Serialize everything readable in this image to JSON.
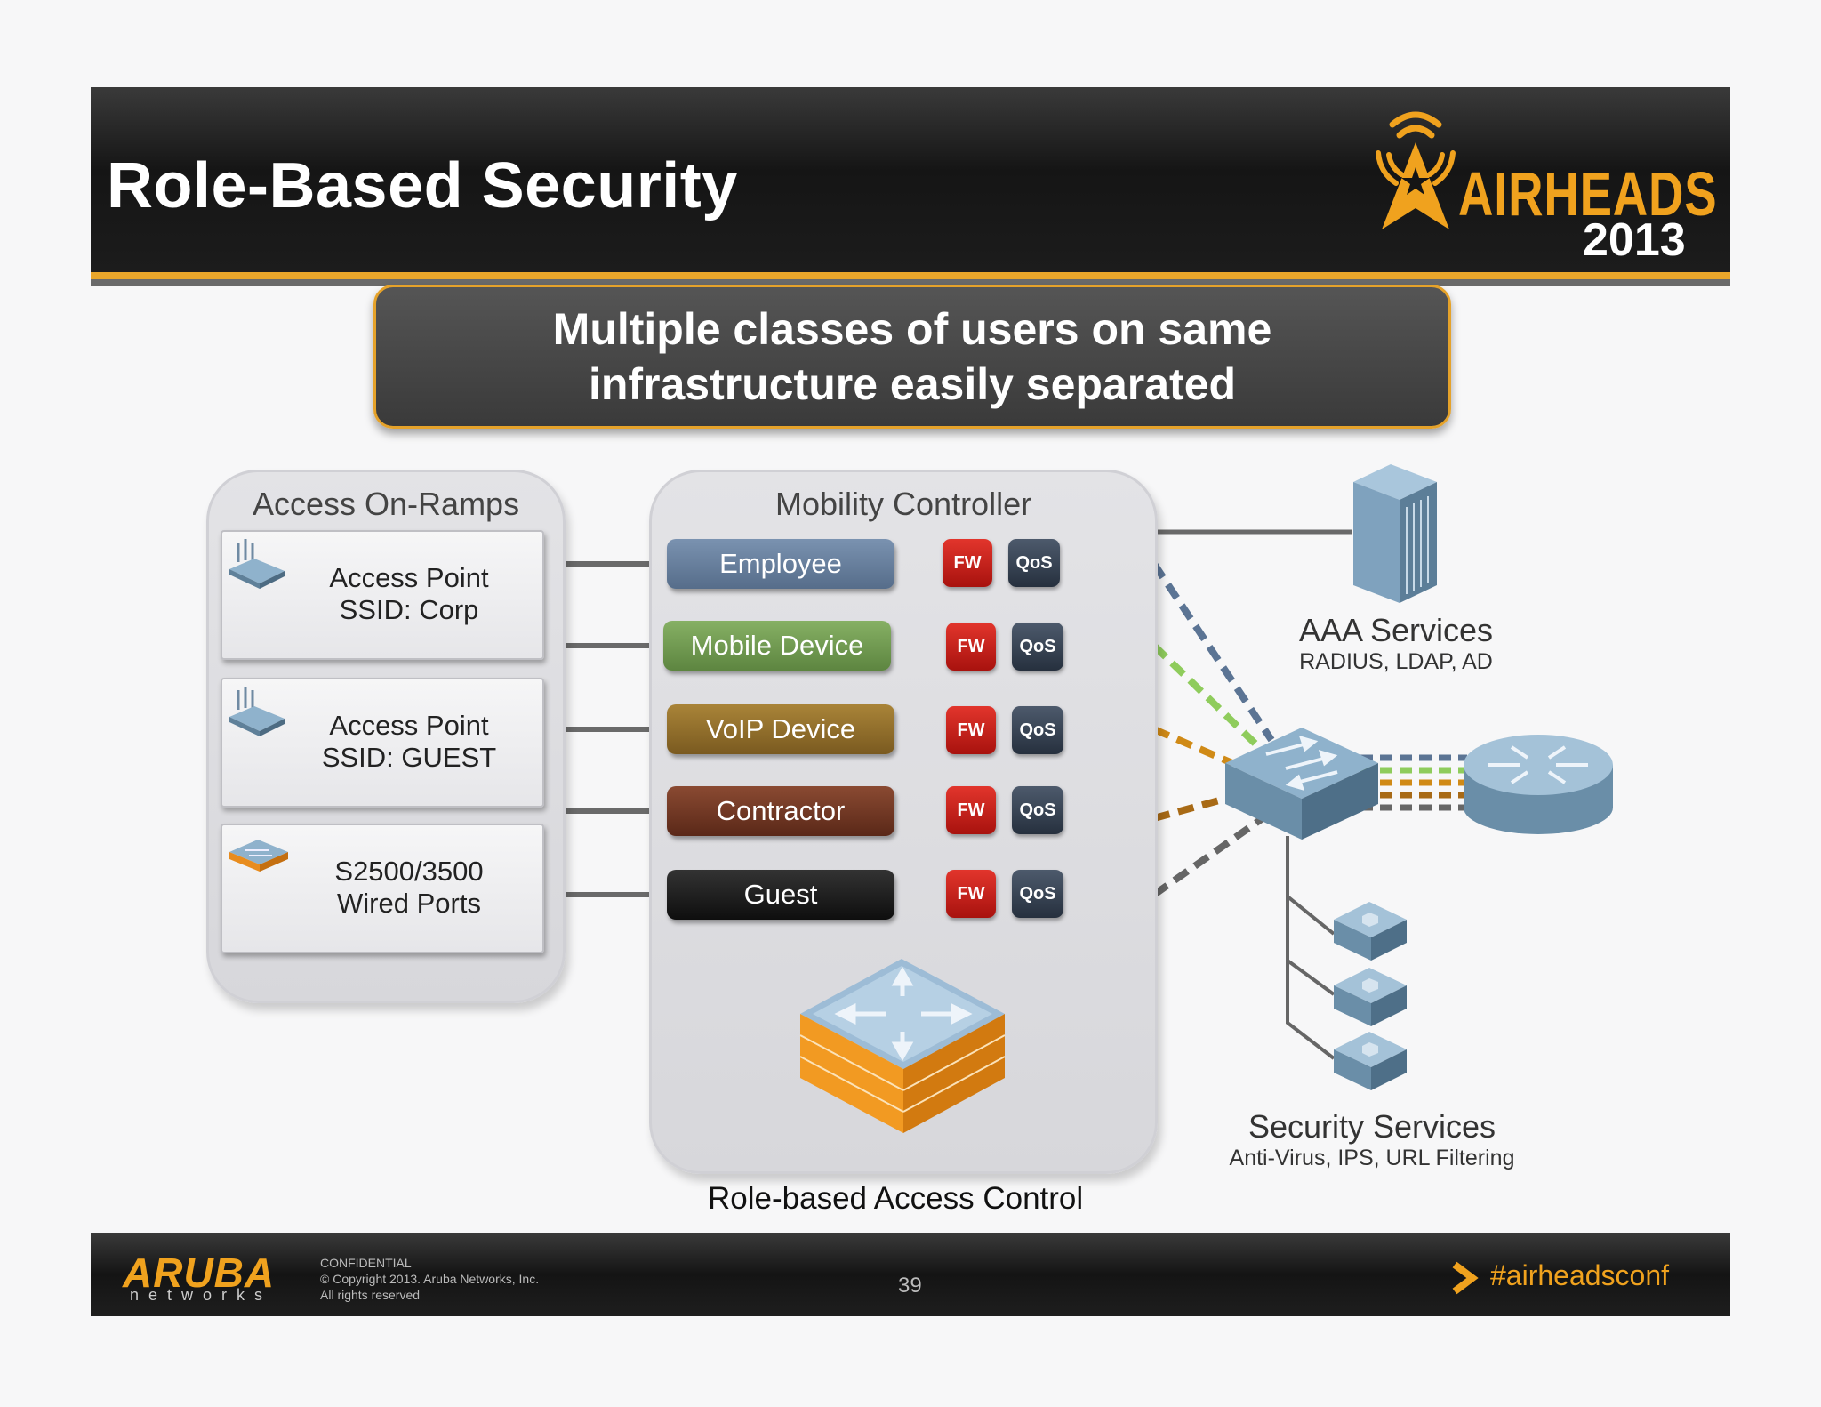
{
  "header": {
    "title": "Role-Based Security",
    "logo": {
      "word": "AIRHEADS",
      "year": "2013",
      "icon": "antenna-star-icon"
    }
  },
  "banner": {
    "line1": "Multiple classes of users on same",
    "line2": "infrastructure easily separated"
  },
  "onramps": {
    "title": "Access On-Ramps",
    "items": [
      {
        "line1": "Access Point",
        "line2": "SSID: Corp",
        "icon": "access-point-icon"
      },
      {
        "line1": "Access Point",
        "line2": "SSID: GUEST",
        "icon": "access-point-icon"
      },
      {
        "line1": "S2500/3500",
        "line2": "Wired Ports",
        "icon": "wired-switch-icon"
      }
    ]
  },
  "controller": {
    "title": "Mobility Controller",
    "fw_label": "FW",
    "qos_label": "QoS",
    "roles": [
      {
        "label": "Employee",
        "color": "#5f7796",
        "line": "#5b7494"
      },
      {
        "label": "Mobile Device",
        "color": "#6f9a4e",
        "line": "#8fcc5c"
      },
      {
        "label": "VoIP Device",
        "color": "#8f6c2a",
        "line": "#d08a16"
      },
      {
        "label": "Contractor",
        "color": "#6d3422",
        "line": "#a86a16"
      },
      {
        "label": "Guest",
        "color": "#1c1c1c",
        "line": "#666666"
      }
    ],
    "caption": "Role-based Access Control"
  },
  "aaa": {
    "title": "AAA Services",
    "subtitle": "RADIUS, LDAP, AD",
    "icon": "server-icon"
  },
  "security": {
    "title": "Security Services",
    "subtitle": "Anti-Virus, IPS, URL Filtering",
    "icon": "security-appliance-icon"
  },
  "footer": {
    "logo_word": "ARUBA",
    "logo_sub": "networks",
    "confidential": "CONFIDENTIAL",
    "copyright": "© Copyright 2013. Aruba Networks, Inc.",
    "rights": "All rights reserved",
    "page_number": "39",
    "hashtag": "#airheadsconf"
  },
  "colors": {
    "accent": "#f0a21e",
    "dark": "#1c1c1c"
  }
}
